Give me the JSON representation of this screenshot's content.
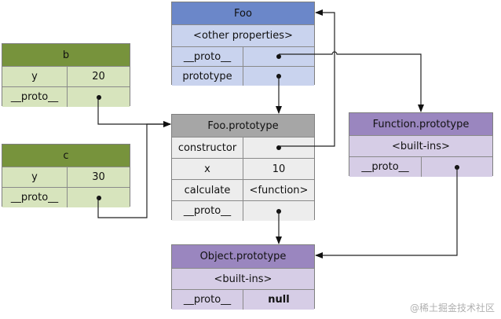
{
  "nodes": {
    "foo": {
      "title": "Foo",
      "other": "<other properties>",
      "proto_label": "__proto__",
      "prototype_label": "prototype"
    },
    "b": {
      "title": "b",
      "y_label": "y",
      "y_value": "20",
      "proto_label": "__proto__"
    },
    "c": {
      "title": "c",
      "y_label": "y",
      "y_value": "30",
      "proto_label": "__proto__"
    },
    "foo_prototype": {
      "title": "Foo.prototype",
      "constructor_label": "constructor",
      "x_label": "x",
      "x_value": "10",
      "calculate_label": "calculate",
      "calculate_value": "<function>",
      "proto_label": "__proto__"
    },
    "function_prototype": {
      "title": "Function.prototype",
      "builtins": "<built-ins>",
      "proto_label": "__proto__"
    },
    "object_prototype": {
      "title": "Object.prototype",
      "builtins": "<built-ins>",
      "proto_label": "__proto__",
      "proto_value": "null"
    }
  },
  "watermark": "@稀土掘金技术社区"
}
